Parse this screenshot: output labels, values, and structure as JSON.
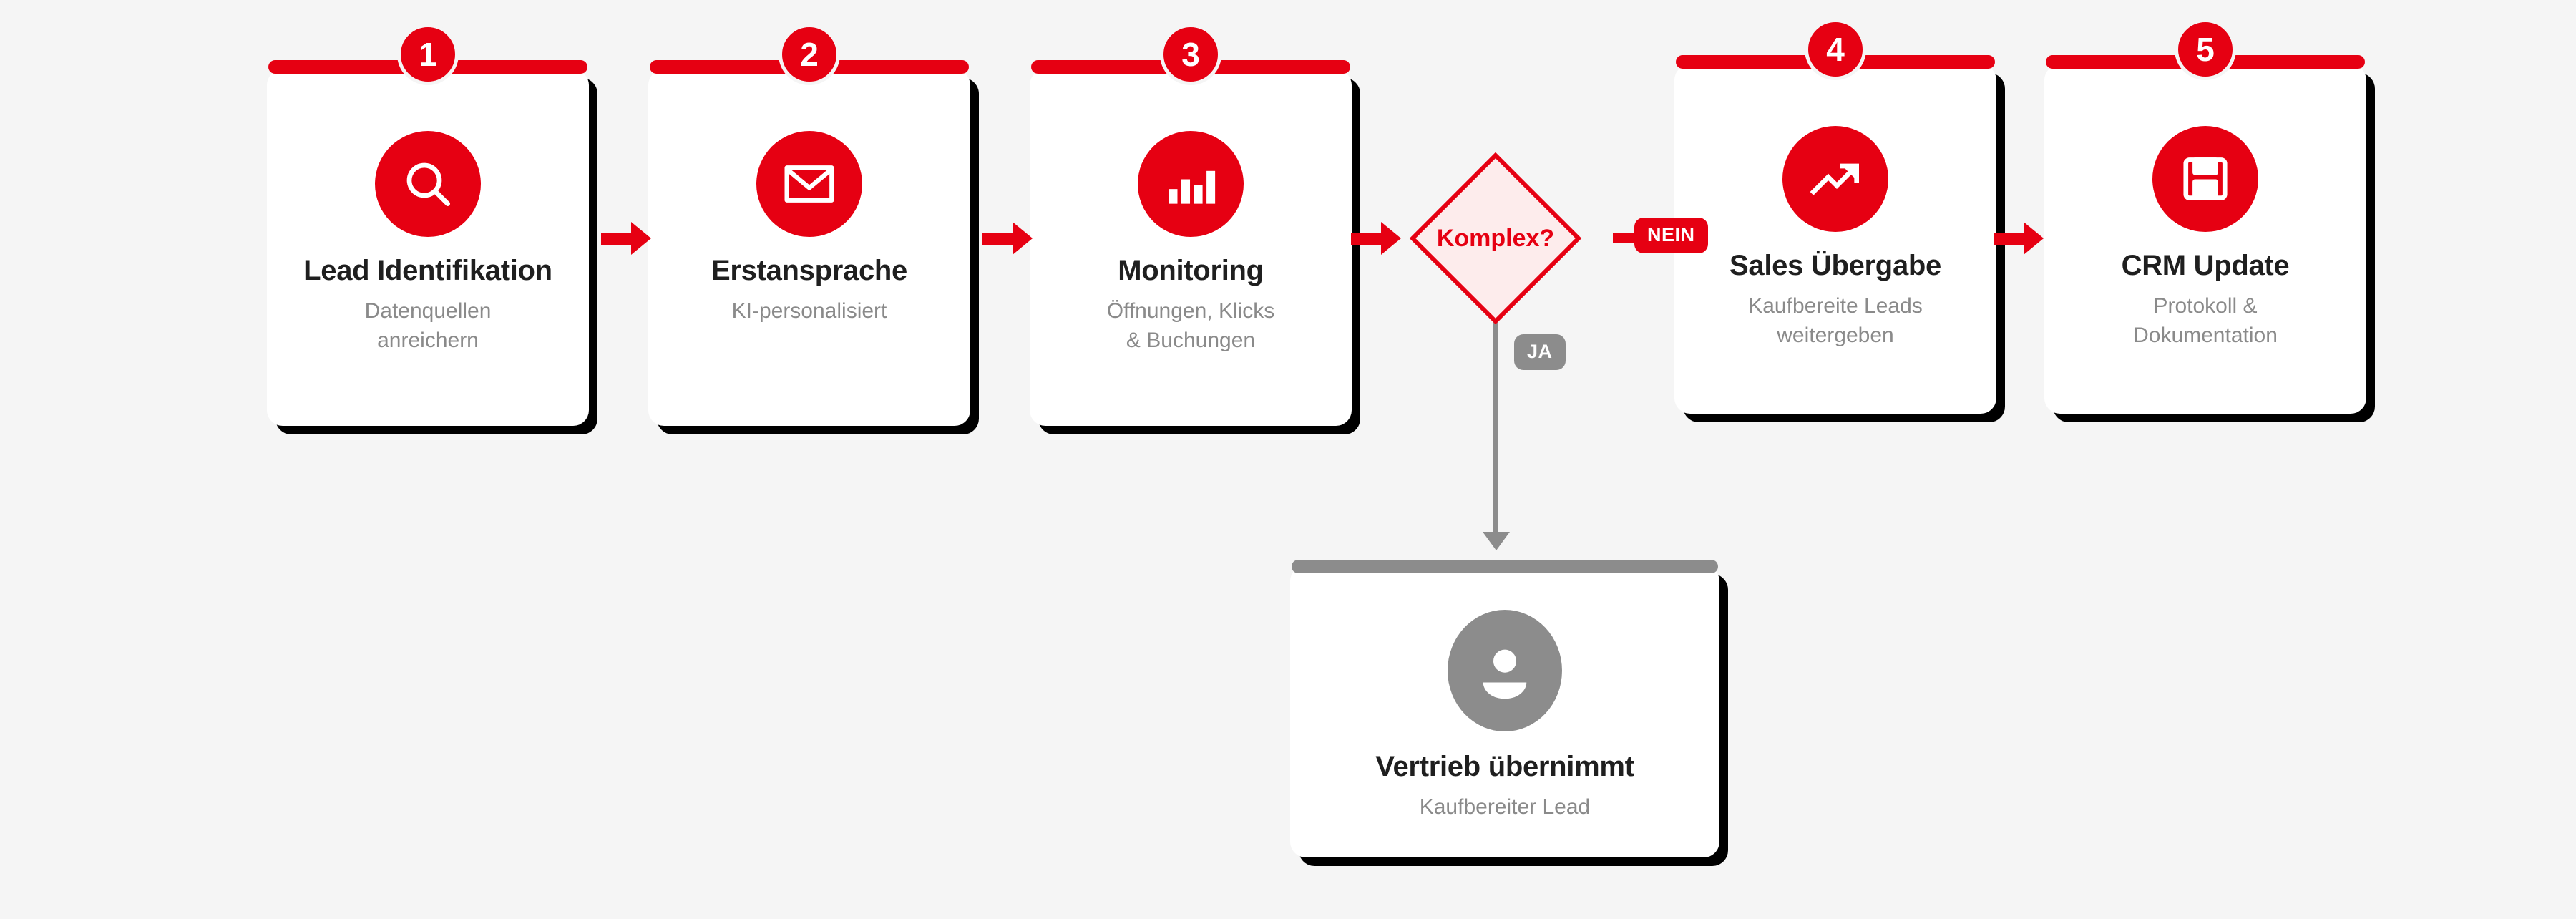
{
  "canvas": {
    "background_color": "#f5f5f5",
    "accent_color": "#e60012",
    "neutral_color": "#8c8c8c",
    "title_color": "#1f1f1f",
    "subtitle_color": "#8a8a8a",
    "diamond_fill": "#fdecec"
  },
  "steps": [
    {
      "number": "1",
      "icon": "magnifier-icon",
      "title": "Lead Identifikation",
      "subtitle": "Datenquellen\nanreichern"
    },
    {
      "number": "2",
      "icon": "envelope-icon",
      "title": "Erstansprache",
      "subtitle": "KI-personalisiert"
    },
    {
      "number": "3",
      "icon": "bar-chart-icon",
      "title": "Monitoring",
      "subtitle": "Öffnungen, Klicks\n& Buchungen"
    },
    {
      "number": "4",
      "icon": "trending-up-icon",
      "title": "Sales Übergabe",
      "subtitle": "Kaufbereite Leads\nweitergeben"
    },
    {
      "number": "5",
      "icon": "floppy-disk-save-icon",
      "title": "CRM Update",
      "subtitle": "Protokoll &\nDokumentation"
    }
  ],
  "decision": {
    "label": "Komplex?",
    "branch_no_label": "NEIN",
    "branch_yes_label": "JA"
  },
  "outcome": {
    "icon": "person-avatar-icon",
    "title": "Vertrieb übernimmt",
    "subtitle": "Kaufbereiter Lead"
  }
}
